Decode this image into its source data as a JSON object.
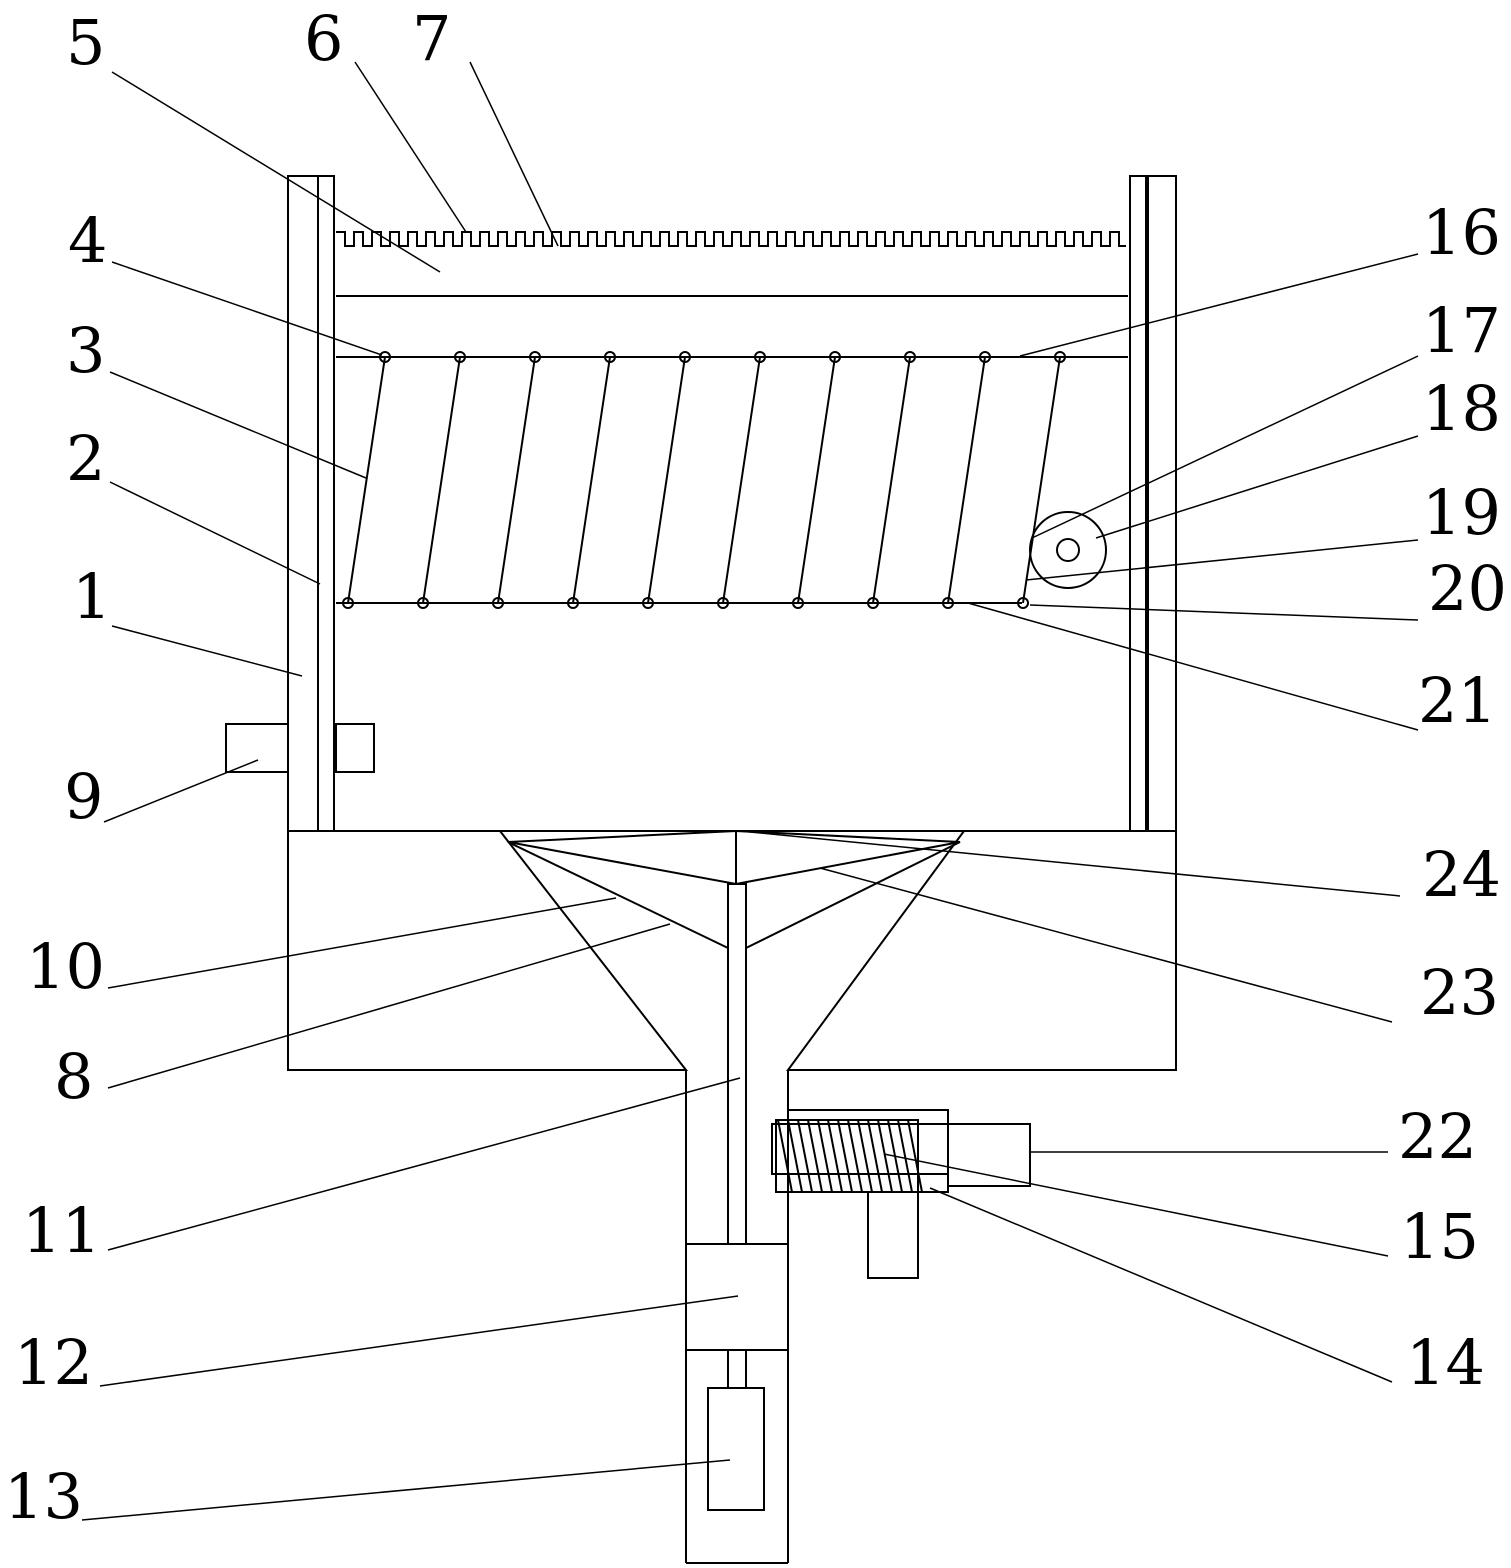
{
  "figure": {
    "labels": {
      "n1": "1",
      "n2": "2",
      "n3": "3",
      "n4": "4",
      "n5": "5",
      "n6": "6",
      "n7": "7",
      "n8": "8",
      "n9": "9",
      "n10": "10",
      "n11": "11",
      "n12": "12",
      "n13": "13",
      "n14": "14",
      "n15": "15",
      "n16": "16",
      "n17": "17",
      "n18": "18",
      "n19": "19",
      "n20": "20",
      "n21": "21",
      "n22": "22",
      "n23": "23",
      "n24": "24"
    }
  }
}
